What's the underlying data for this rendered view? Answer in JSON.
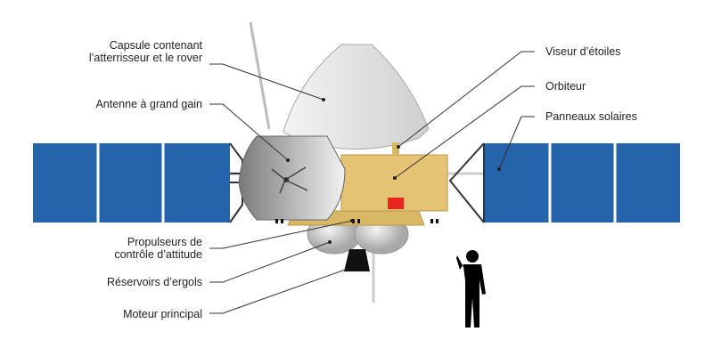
{
  "labels_left": {
    "capsule": [
      "Capsule contenant",
      "l’atterrisseur et le rover"
    ],
    "antenna": "Antenne à grand gain",
    "thrusters": [
      "Propulseurs de",
      "contrôle d’attitude"
    ],
    "tanks": "Réservoirs d’ergols",
    "engine": "Moteur principal"
  },
  "labels_right": {
    "star_tracker": "Viseur d’étoiles",
    "orbiter": "Orbiteur",
    "solar_panels": "Panneaux solaires"
  },
  "colors": {
    "panel": "#2563ab",
    "body": "#e4c474",
    "capsule": "#e2e2e2",
    "line": "#333333",
    "flag": "#e8251f"
  }
}
